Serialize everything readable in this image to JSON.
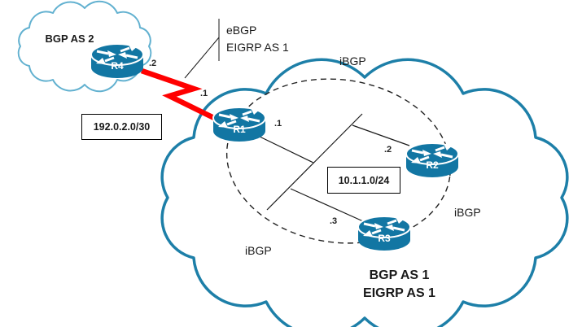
{
  "colors": {
    "big_cloud_stroke": "#1d7fa8",
    "small_cloud_stroke": "#62b1d0",
    "router_fill": "#1276a3",
    "bolt_red": "#ff0000",
    "line_black": "#1a1a1a"
  },
  "clouds": {
    "as2_label": "BGP AS 2",
    "as1_label_line1": "BGP AS 1",
    "as1_label_line2": "EIGRP AS 1"
  },
  "routers": {
    "r1": "R1",
    "r2": "R2",
    "r3": "R3",
    "r4": "R4"
  },
  "links": {
    "wan_subnet": "192.0.2.0/30",
    "wan_r4_ip": ".2",
    "wan_r1_ip": ".1",
    "lan_subnet": "10.1.1.0/24",
    "lan_r1_ip": ".1",
    "lan_r2_ip": ".2",
    "lan_r3_ip": ".3"
  },
  "callout": {
    "line1": "eBGP",
    "line2": "EIGRP AS 1"
  },
  "ibgp": {
    "top": "iBGP",
    "right": "iBGP",
    "bottom": "iBGP"
  }
}
